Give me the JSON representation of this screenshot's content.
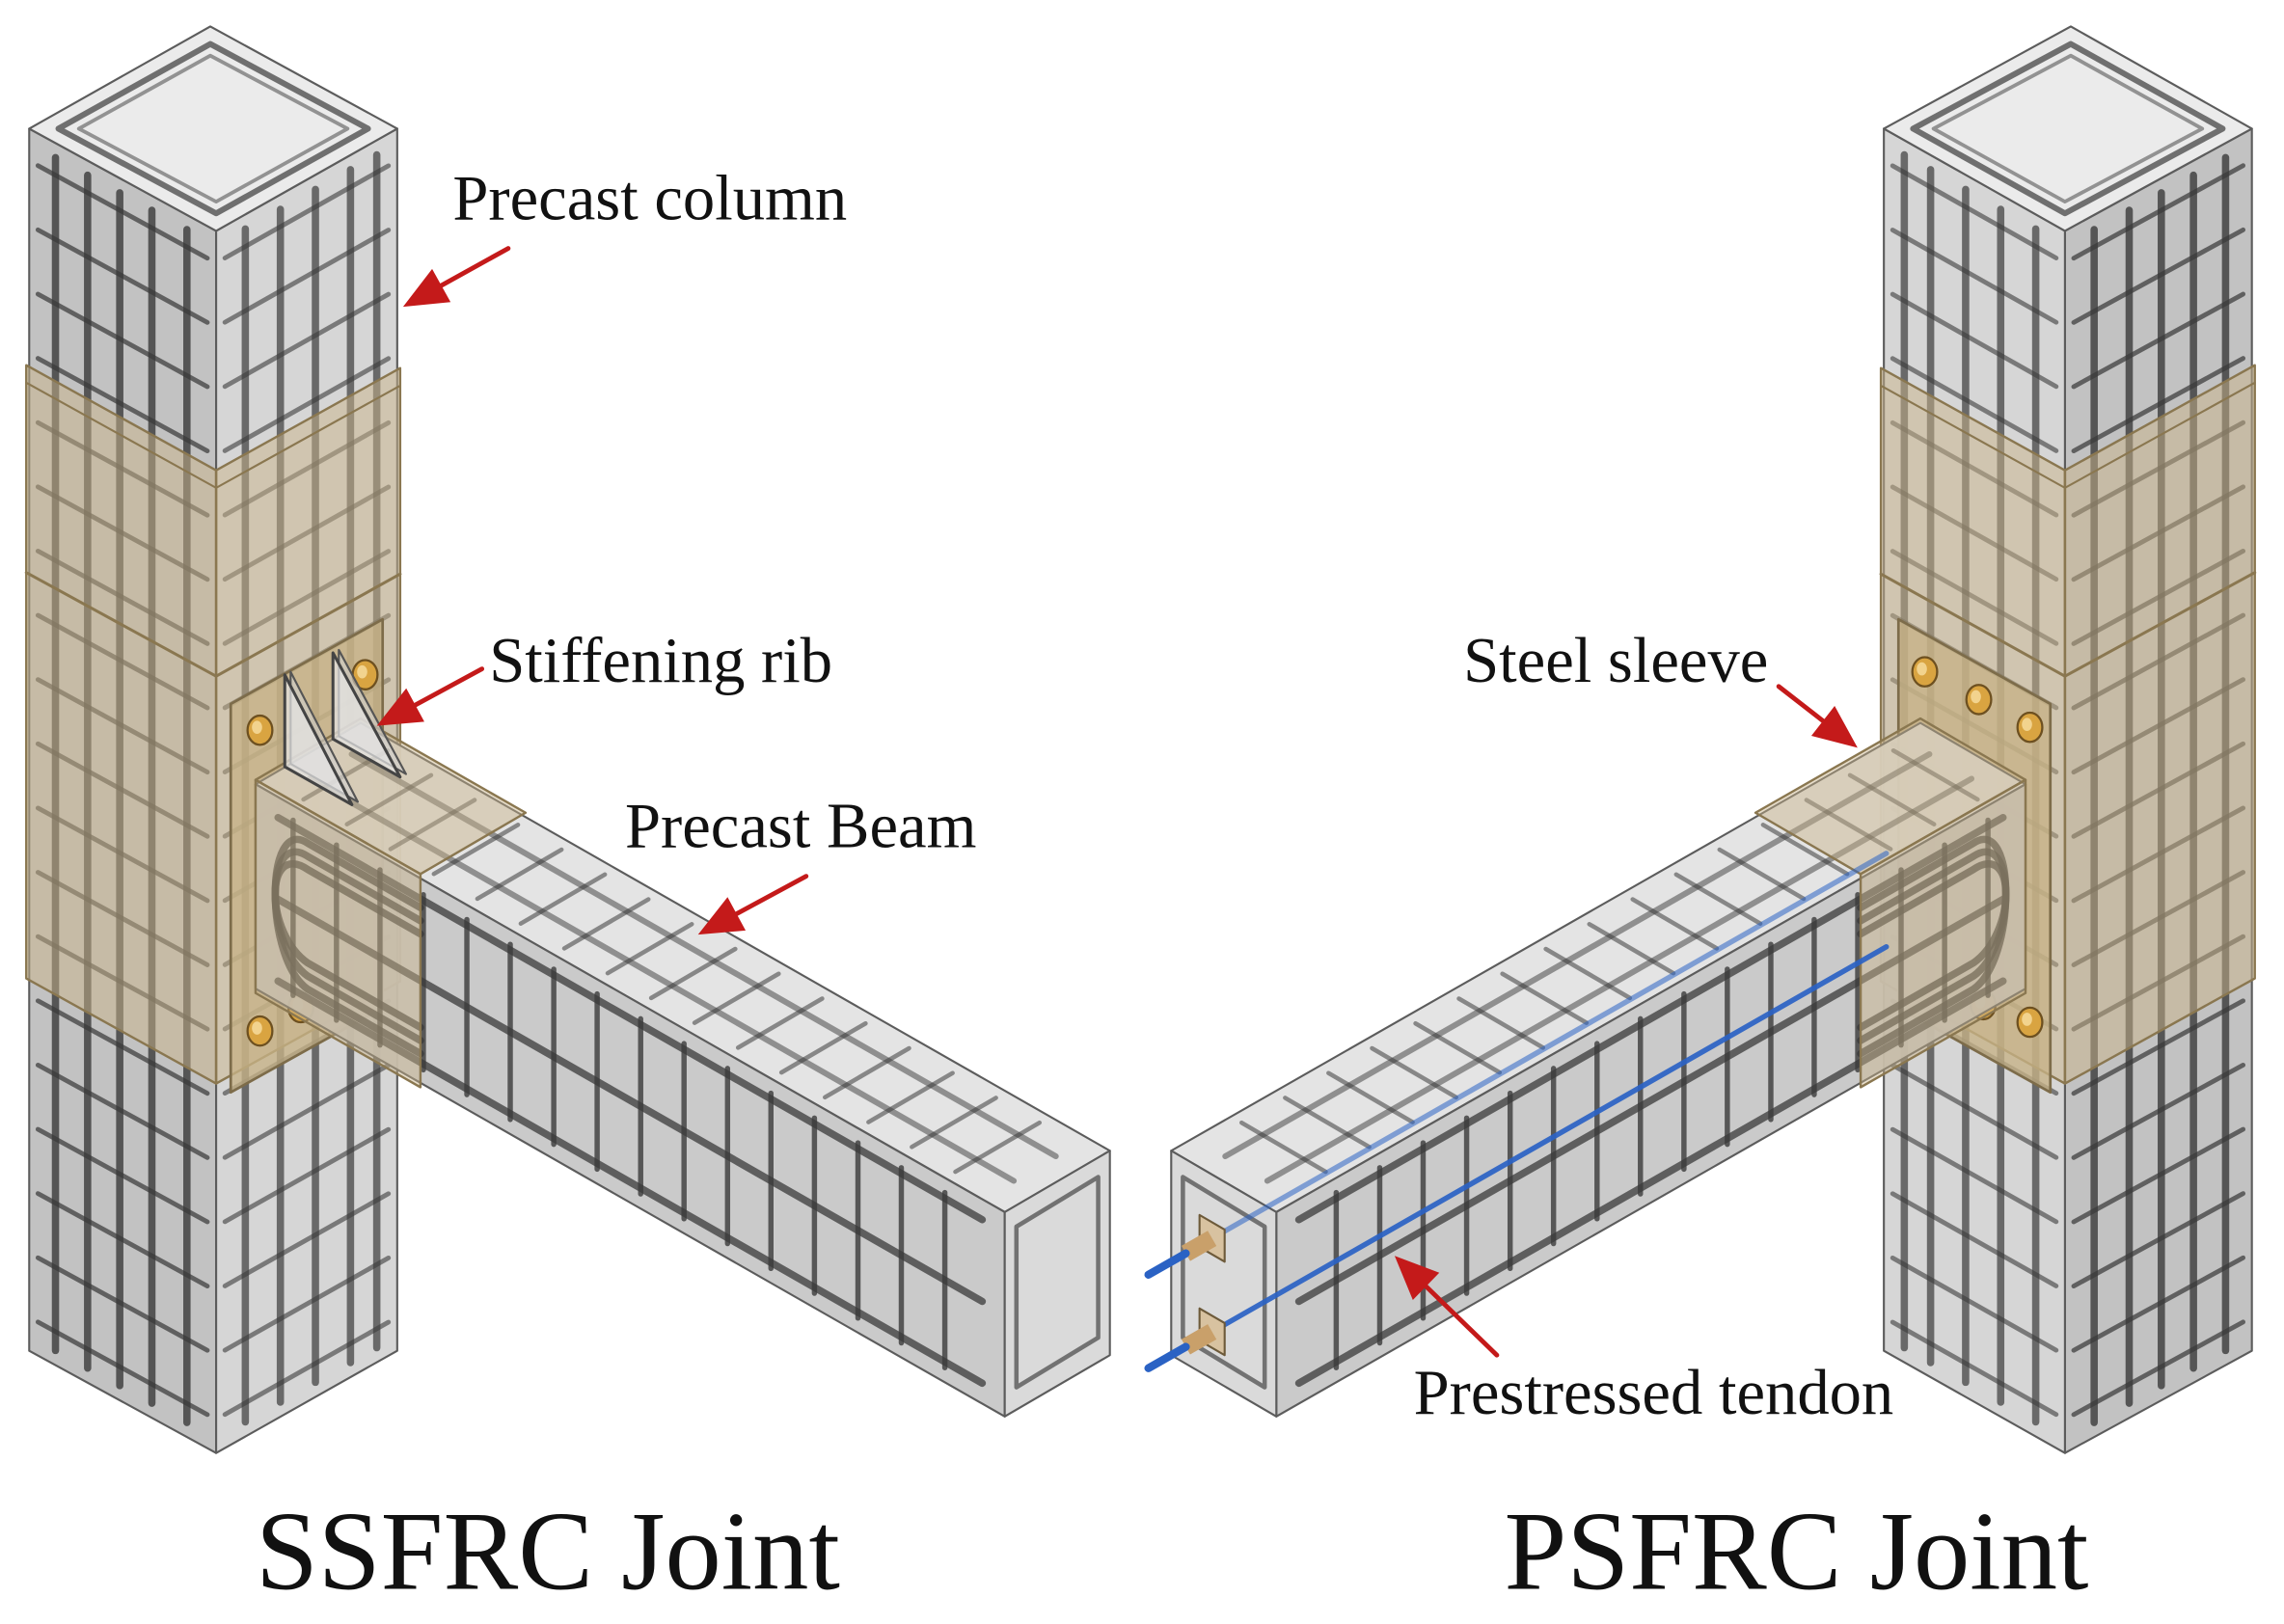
{
  "figure": {
    "ssfrc_joint": {
      "title": "SSFRC Joint",
      "callouts": {
        "precast_column": "Precast column",
        "stiffening_rib": "Stiffening rib",
        "precast_beam": "Precast Beam"
      }
    },
    "psfrc_joint": {
      "title": "PSFRC Joint",
      "callouts": {
        "steel_sleeve": "Steel sleeve",
        "prestressed_tendon": "Prestressed tendon"
      }
    }
  },
  "colors": {
    "concrete_dark": "#c2c2c2",
    "concrete_mid": "#d6d6d6",
    "concrete_light": "#ebebeb",
    "rebar": "#3a3a3a",
    "steel_sleeve": "#c9b48a",
    "steel_sleeve_edge": "#8a7750",
    "bolt": "#d9a441",
    "tendon": "#2a62c4",
    "callout_arrow": "#c41a1a",
    "text": "#111111"
  }
}
